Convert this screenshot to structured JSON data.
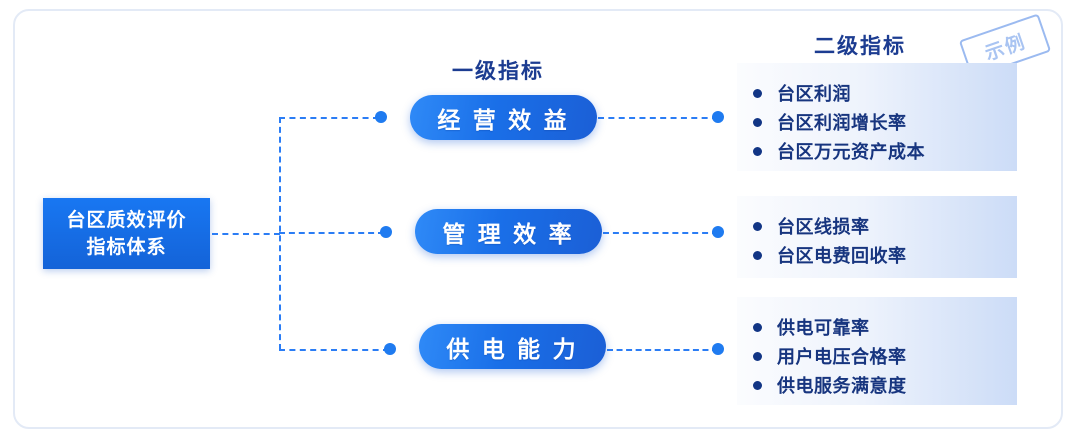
{
  "headings": {
    "level1": "一级指标",
    "level2": "二级指标"
  },
  "stamp": {
    "label": "示例"
  },
  "root": {
    "label": "台区质效评价\n指标体系"
  },
  "branches": [
    {
      "pill_label": "经 营 效 益",
      "items": [
        "台区利润",
        "台区利润增长率",
        "台区万元资产成本"
      ]
    },
    {
      "pill_label": "管 理 效 率",
      "items": [
        "台区线损率",
        "台区电费回收率"
      ]
    },
    {
      "pill_label": "供 电 能 力",
      "items": [
        "供电可靠率",
        "用户电压合格率",
        "供电服务满意度"
      ]
    }
  ],
  "colors": {
    "pill_blue": "#1a6fe8",
    "root_blue": "#1877f2",
    "line_blue": "#2b7df5",
    "text_navy": "#17357f",
    "heading_navy": "#1c3c91",
    "stamp_blue": "#a9c4f2",
    "panel_tint": "#ccdcf7",
    "card_border": "#e3eaf6"
  }
}
